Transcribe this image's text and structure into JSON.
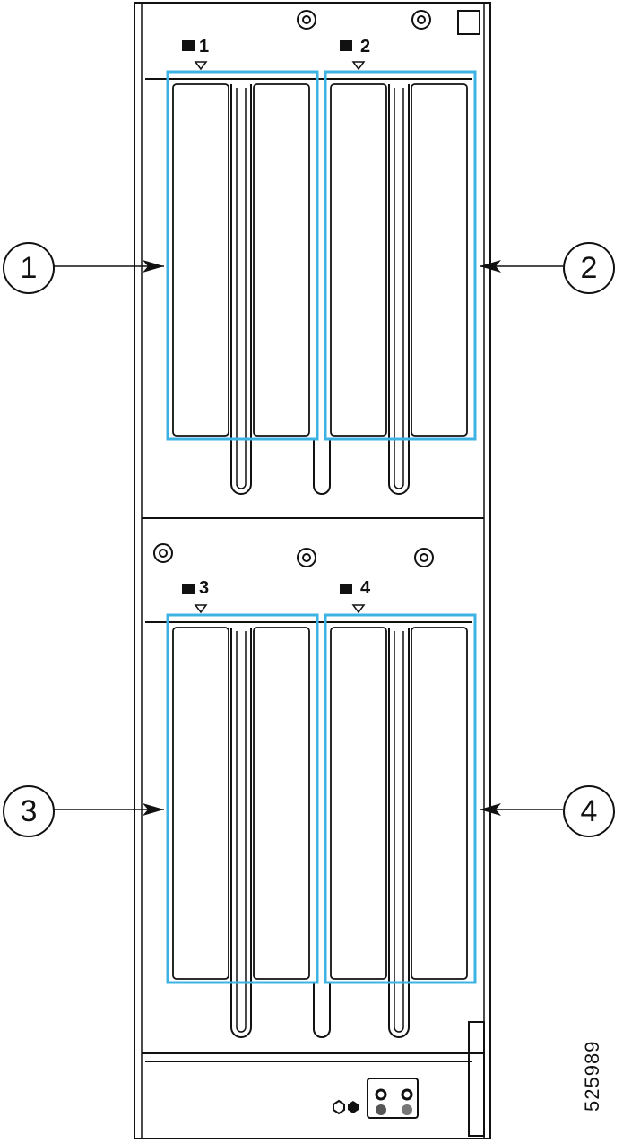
{
  "diagram": {
    "slot_labels": [
      "1",
      "2",
      "3",
      "4"
    ],
    "callouts": [
      "1",
      "2",
      "3",
      "4"
    ],
    "highlight_color": "#3db3e3",
    "figure_number": "525989",
    "icons": [
      "riser-card-icon",
      "status-led-check-icon",
      "status-led-power-icon",
      "module-icon"
    ]
  }
}
